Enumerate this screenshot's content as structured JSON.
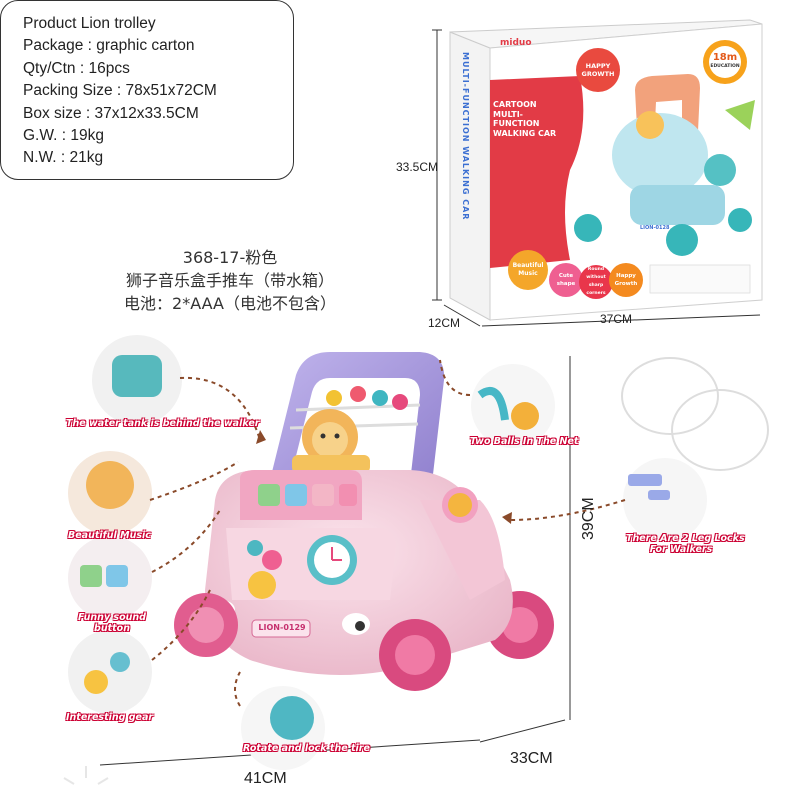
{
  "spec": {
    "lines": [
      "Product Lion trolley",
      "Package : graphic carton",
      "Qty/Ctn : 16pcs",
      "Packing Size : 78x51x72CM",
      "Box size : 37x12x33.5CM",
      "G.W. : 19kg",
      "N.W. : 21kg"
    ]
  },
  "product_cn": {
    "code": "368-17-粉色",
    "name": "狮子音乐盒手推车（带水箱）",
    "battery": "电池：2*AAA（电池不包含）"
  },
  "box": {
    "dim_height": "33.5CM",
    "dim_depth": "12CM",
    "dim_width": "37CM",
    "brand": "miduo",
    "title_lines": [
      "CARTOON",
      "MULTI-",
      "FUNCTION",
      "WALKING CAR"
    ],
    "side_text": "MULTI-FUNCTION WALKING CAR",
    "happy_growth": "HAPPY GROWTH",
    "age_badge": "18m",
    "age_sub": "EDUCATION",
    "badges": [
      "Beautiful Music",
      "Cute shape",
      "Round without sharp corners",
      "Happy Growth"
    ],
    "plate": "LION-0128"
  },
  "product": {
    "dim_height": "39CM",
    "dim_depth": "33CM",
    "dim_width": "41CM",
    "plate": "LION-0129",
    "colors": {
      "body": "#f4cfdc",
      "handle": "#a99bdb",
      "wheel": "#e25d8e",
      "accent": "#5bc0c8"
    }
  },
  "callouts": {
    "water_tank": "The water tank is behind the walker",
    "balls": "Two Balls In The Net",
    "music": "Beautiful Music",
    "sound": [
      "Funny sound",
      "button"
    ],
    "gear": "Interesting gear",
    "leg_locks": [
      "There Are 2 Leg Locks",
      "For Walkers"
    ],
    "tire": "Rotate and lock the tire"
  }
}
